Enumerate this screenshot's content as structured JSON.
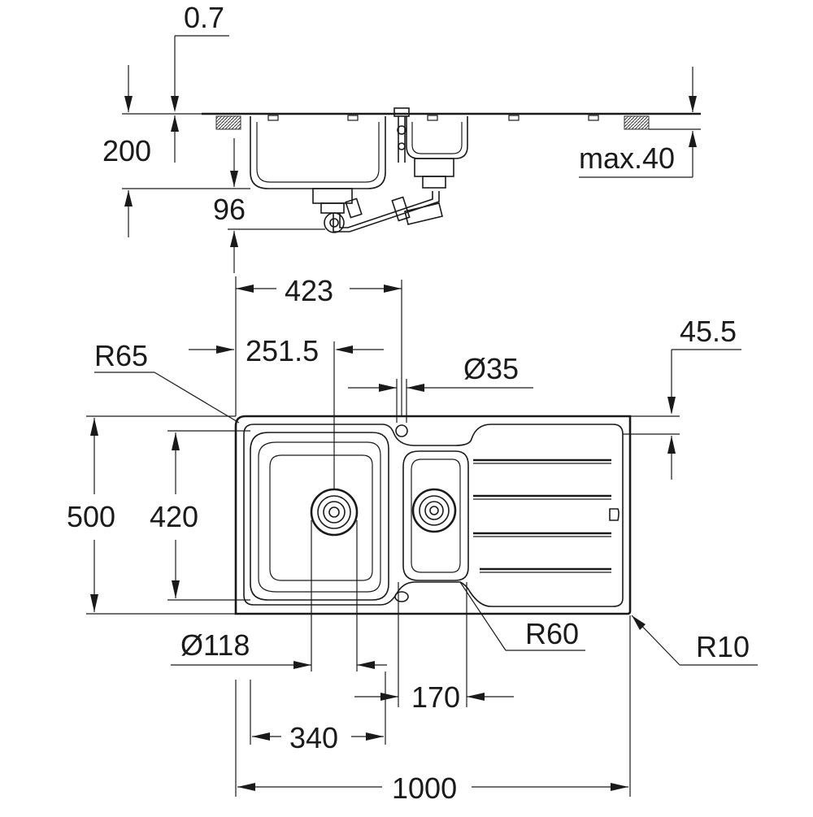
{
  "drawing": {
    "line_color": "#1a1a1a",
    "background": "#ffffff"
  },
  "section_view": {
    "top_thickness": "0.7",
    "depth": "200",
    "drain_height": "96",
    "worktop_max": "max.40"
  },
  "plan_view": {
    "overall_width_top": "423",
    "bowl_center_offset": "251.5",
    "tap_hole_diameter": "Ø35",
    "corner_radius_outer": "R65",
    "edge_offset": "45.5",
    "overall_depth": "500",
    "bowl_depth": "420",
    "waste_diameter": "Ø118",
    "small_bowl_radius": "R60",
    "corner_radius_small": "R10",
    "small_bowl_width": "170",
    "main_bowl_width": "340",
    "overall_length": "1000"
  }
}
